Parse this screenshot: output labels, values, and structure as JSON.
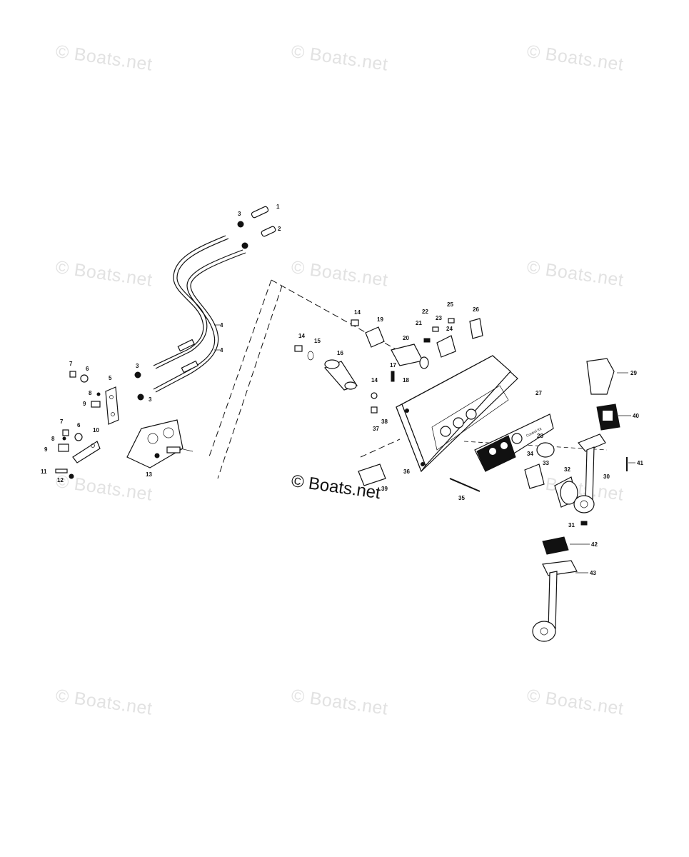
{
  "watermark": "© Boats.net",
  "main_watermark": "© Boats.net",
  "plate_text": "Control Kit",
  "callouts": [
    "1",
    "2",
    "3",
    "3",
    "3",
    "4",
    "4",
    "5",
    "6",
    "6",
    "7",
    "7",
    "8",
    "8",
    "9",
    "9",
    "10",
    "11",
    "12",
    "13",
    "14",
    "14",
    "14",
    "15",
    "16",
    "17",
    "18",
    "19",
    "20",
    "21",
    "22",
    "23",
    "24",
    "25",
    "26",
    "27",
    "28",
    "29",
    "30",
    "31",
    "32",
    "33",
    "34",
    "35",
    "36",
    "37",
    "38",
    "39",
    "40",
    "41",
    "42",
    "43"
  ]
}
